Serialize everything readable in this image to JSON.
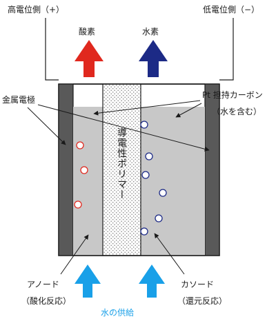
{
  "labels": {
    "positive_terminal": "高電位側（+）",
    "negative_terminal": "低電位側（−）",
    "oxygen": "酸素",
    "hydrogen": "水素",
    "metal_electrode": "金属電極",
    "pt_carbon": "Pt 担持カーボン",
    "pt_carbon_note": "（水を含む）",
    "polymer": "導電性ポリマー",
    "anode": "アノード",
    "anode_note": "（酸化反応）",
    "cathode": "カソード",
    "cathode_note": "（還元反応）",
    "water_supply": "水の供給"
  },
  "colors": {
    "oxygen_arrow": "#e0281e",
    "hydrogen_arrow": "#1c2a86",
    "water_arrow": "#19a0e8",
    "water_label": "#19a0e8",
    "electrode": "#595959",
    "carbon_fill": "#c8c8c8",
    "anode_bubble": "#e0281e",
    "cathode_bubble": "#1c2a86"
  },
  "bubbles": {
    "anode_count": 3,
    "cathode_count": 6
  }
}
